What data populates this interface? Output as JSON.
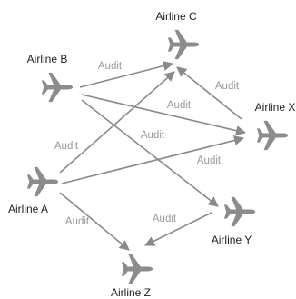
{
  "colors": {
    "plane": "#8c8c8c",
    "edge": "#8a8a8a",
    "edge_label": "#9a9a9a",
    "node_label": "#1f1f1f"
  },
  "icon": "airplane-icon",
  "nodes": {
    "c": {
      "label": "Airline C"
    },
    "b": {
      "label": "Airline B"
    },
    "x": {
      "label": "Airline X"
    },
    "a": {
      "label": "Airline A"
    },
    "y": {
      "label": "Airline Y"
    },
    "z": {
      "label": "Airline Z"
    }
  },
  "edges": [
    {
      "from": "b",
      "to": "c",
      "label": "Audit"
    },
    {
      "from": "b",
      "to": "x",
      "label": "Audit"
    },
    {
      "from": "b",
      "to": "y",
      "label": "Audit"
    },
    {
      "from": "x",
      "to": "c",
      "label": "Audit"
    },
    {
      "from": "a",
      "to": "c",
      "label": "Audit"
    },
    {
      "from": "a",
      "to": "x",
      "label": "Audit"
    },
    {
      "from": "a",
      "to": "z",
      "label": "Audit"
    },
    {
      "from": "y",
      "to": "z",
      "label": "Audit"
    }
  ]
}
